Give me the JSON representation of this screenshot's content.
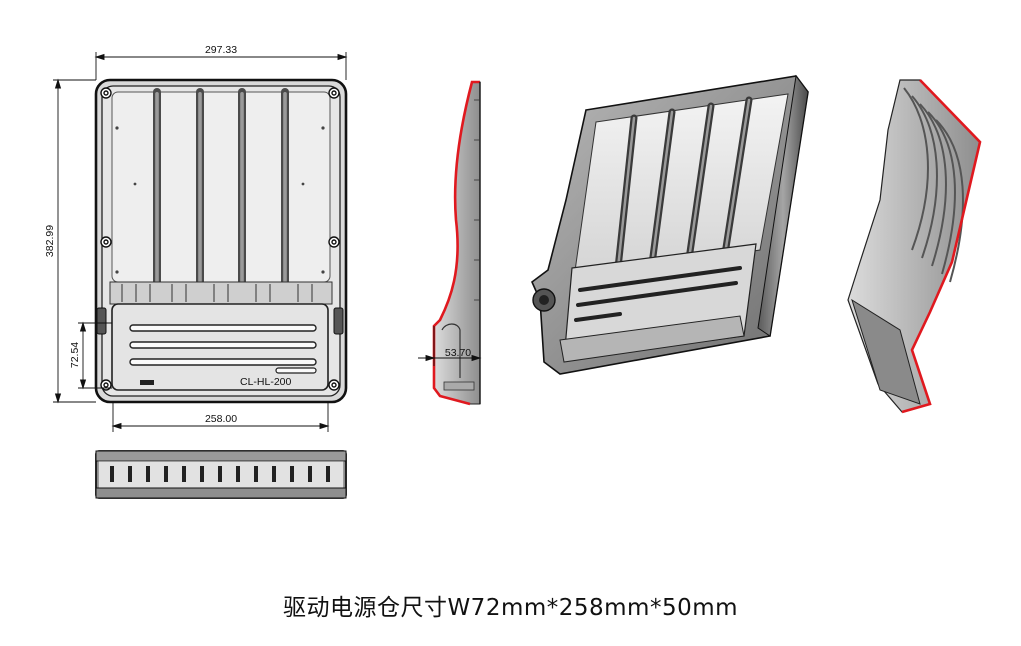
{
  "dimensions": {
    "overall_width": "297.33",
    "overall_height": "382.99",
    "compartment_height": "72.54",
    "compartment_width": "258.00",
    "depth": "53.70"
  },
  "part_marking": "CL-HL-200",
  "caption": "驱动电源仓尺寸W72mm*258mm*50mm",
  "colors": {
    "section_cut": "#e0191f",
    "body": "#8c8c8c",
    "outline": "#111111"
  }
}
